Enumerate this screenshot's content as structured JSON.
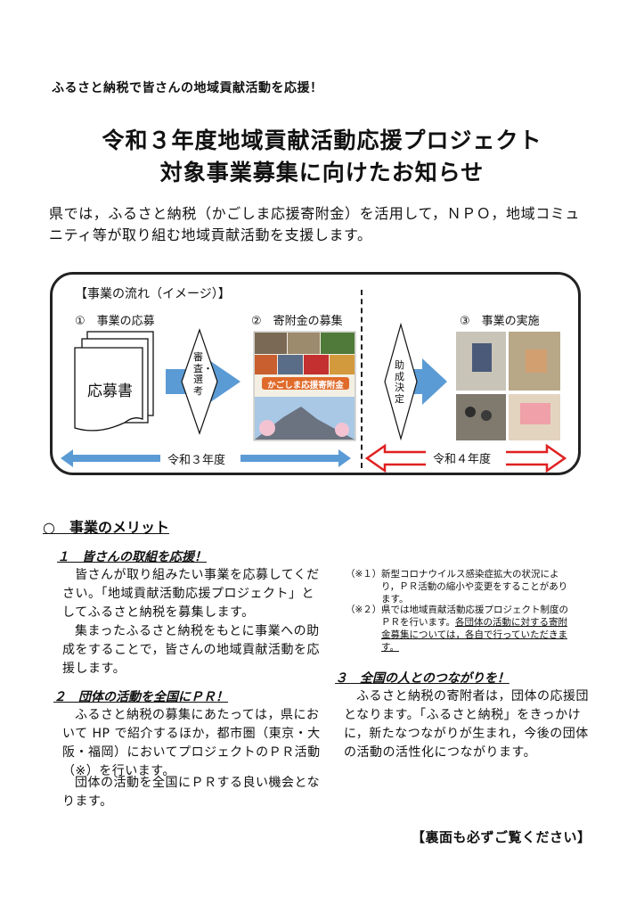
{
  "tagline": "ふるさと納税で皆さんの地域貢献活動を応援！",
  "title_line1": "令和３年度地域貢献活動応援プロジェクト",
  "title_line2": "対象事業募集に向けたお知らせ",
  "intro": "県では，ふるさと納税（かごしま応援寄附金）を活用して，ＮＰＯ，地域コミュニティ等が取り組む地域貢献活動を支援します。",
  "flow": {
    "title": "【事業の流れ（イメージ）】",
    "step1": "①　事業の応募",
    "step2": "②　寄附金の募集",
    "step3": "③　事業の実施",
    "doc_label": "応募書",
    "screening": "審査・選考",
    "decision": "助成決定",
    "year3": "令和３年度",
    "year4": "令和４年度",
    "poster_title": "かごしま応援寄附金",
    "colors": {
      "blue_arrow": "#5b9bd5",
      "red_arrow": "#e02020"
    }
  },
  "merit_heading": "○　事業のメリット",
  "sec1": {
    "heading": "１　皆さんの取組を応援！",
    "p1": "皆さんが取り組みたい事業を応募してください。「地域貢献活動応援プロジェクト」としてふるさと納税を募集します。",
    "p2": "集まったふるさと納税をもとに事業への助成をすることで，皆さんの地域貢献活動を応援します。"
  },
  "sec2": {
    "heading": "２　団体の活動を全国にＰＲ！",
    "p1": "ふるさと納税の募集にあたっては，県において HP で紹介するほか，都市圏（東京・大阪・福岡）においてプロジェクトのＰＲ活動（※）を行います。",
    "p2": "団体の活動を全国にＰＲする良い機会となります。"
  },
  "notes": {
    "n1_mark": "（※１）",
    "n1": "新型コロナウイルス感染症拡大の状況により，ＰＲ活動の縮小や変更をすることがあります。",
    "n2_mark": "（※２）",
    "n2a": "県では地域貢献活動応援プロジェクト制度のＰＲを行います。",
    "n2b": "各団体の活動に対する寄附金募集については，各自で行っていただきます。"
  },
  "sec3": {
    "heading": "３　全国の人とのつながりを！",
    "p1": "ふるさと納税の寄附者は，団体の応援団となります。「ふるさと納税」をきっかけに，新たなつながりが生まれ，今後の団体の活動の活性化につながります。"
  },
  "footer": "【裏面も必ずご覧ください】"
}
